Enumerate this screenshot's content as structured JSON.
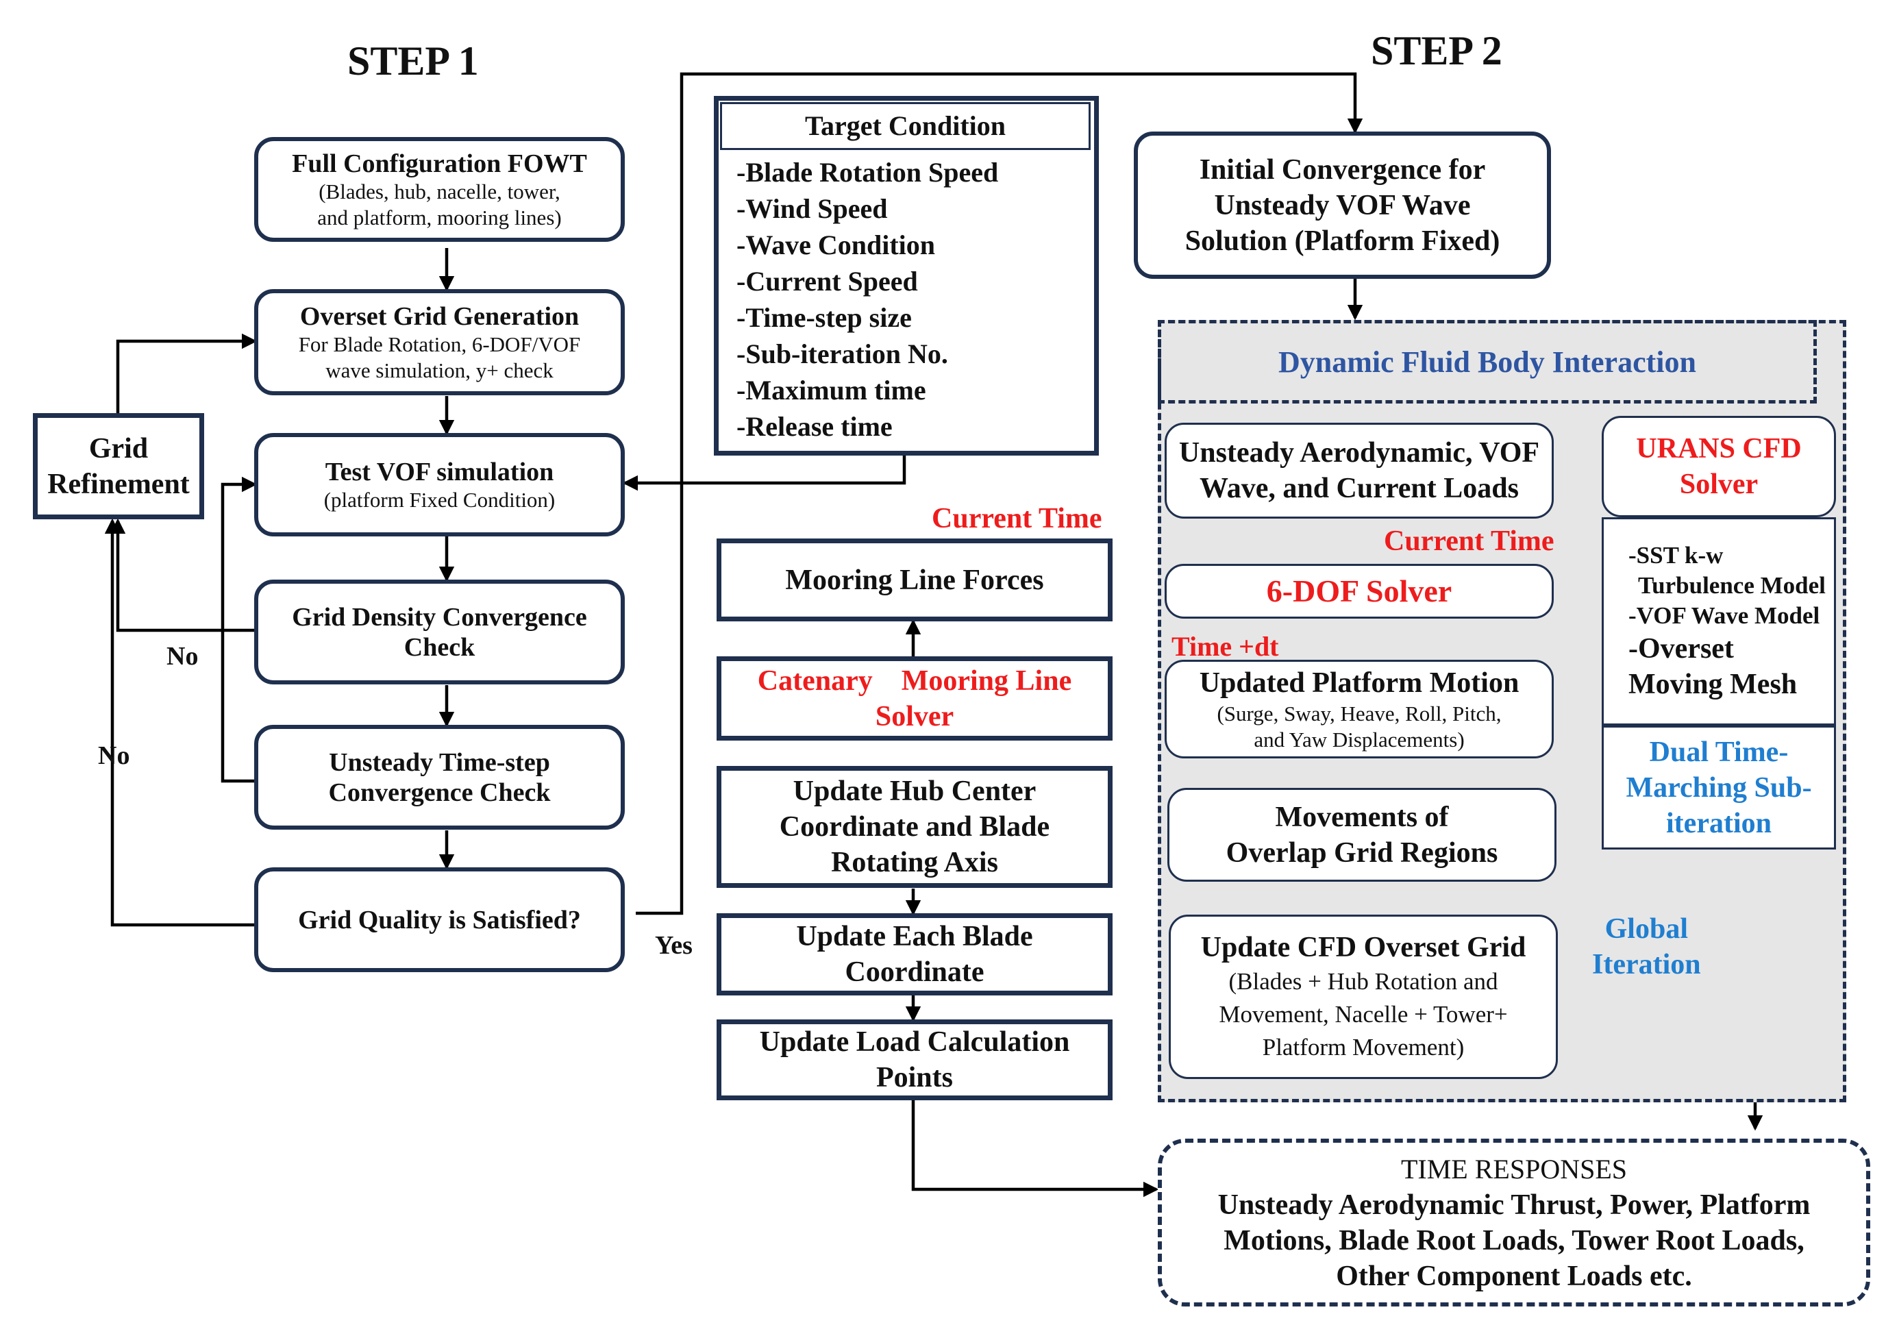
{
  "step1": {
    "title": "STEP 1"
  },
  "step2": {
    "title": "STEP 2"
  },
  "left": {
    "full_config": {
      "title": "Full Configuration FOWT",
      "desc": [
        "(Blades, hub, nacelle, tower,",
        "and platform, mooring lines)"
      ]
    },
    "overset": {
      "title": "Overset Grid Generation",
      "desc": [
        "For Blade  Rotation, 6-DOF/VOF",
        "wave simulation, y+ check"
      ]
    },
    "test_vof": {
      "title": "Test  VOF simulation",
      "desc": [
        "(platform Fixed Condition)"
      ]
    },
    "grid_density": {
      "title_lines": [
        "Grid Density Convergence",
        "Check"
      ]
    },
    "unsteady_ts": {
      "title_lines": [
        "Unsteady Time-step",
        "Convergence Check"
      ]
    },
    "grid_quality": {
      "title": "Grid  Quality is Satisfied?"
    },
    "grid_refinement": {
      "title_lines": [
        "Grid",
        "Refinement"
      ]
    },
    "labels": {
      "no1": "No",
      "no2": "No",
      "yes": "Yes"
    }
  },
  "target": {
    "title": "Target Condition",
    "items": [
      "-Blade Rotation Speed",
      "-Wind Speed",
      "-Wave Condition",
      "-Current Speed",
      "-Time-step size",
      "-Sub-iteration No.",
      "-Maximum time",
      "-Release time"
    ]
  },
  "middle": {
    "current_time": "Current Time",
    "mooring_forces": "Mooring Line Forces",
    "catenary": {
      "line1a": "Catenary",
      "line1b": "Mooring Line",
      "line2": "Solver"
    },
    "update_hub": {
      "lines": [
        "Update Hub Center",
        "Coordinate and Blade",
        "Rotating Axis"
      ]
    },
    "update_blade": {
      "lines": [
        "Update Each Blade",
        "Coordinate"
      ]
    },
    "update_load": {
      "lines": [
        "Update Load Calculation",
        "Points"
      ]
    }
  },
  "right": {
    "initial": {
      "lines": [
        "Initial Convergence for",
        "Unsteady VOF Wave",
        "Solution (Platform  Fixed)"
      ]
    },
    "dfbi": "Dynamic Fluid Body  Interaction",
    "unsteady_aero": {
      "lines": [
        "Unsteady Aerodynamic, VOF",
        "Wave, and Current Loads"
      ]
    },
    "urans": {
      "lines": [
        "URANS CFD",
        "Solver"
      ]
    },
    "current_time": "Current Time",
    "six_dof": "6-DOF Solver",
    "time_dt": "Time +dt",
    "solver_opts": {
      "sst": "-SST k-w",
      "turb": "Turbulence Model",
      "vof": "-VOF Wave Model",
      "overset": "-Overset",
      "moving": "Moving Mesh"
    },
    "updated_motion": {
      "title": "Updated Platform Motion",
      "desc": [
        "(Surge, Sway, Heave, Roll,  Pitch,",
        "and Yaw Displacements)"
      ]
    },
    "dual_time": {
      "lines": [
        "Dual Time-",
        "Marching Sub-",
        "iteration"
      ]
    },
    "movements": {
      "lines": [
        "Movements of",
        "Overlap Grid Regions"
      ]
    },
    "global_iter": {
      "lines": [
        "Global",
        "Iteration"
      ]
    },
    "update_cfd": {
      "title": "Update CFD Overset Grid",
      "desc": [
        "(Blades + Hub Rotation and",
        "Movement, Nacelle + Tower+",
        "Platform Movement)"
      ]
    }
  },
  "time_responses": {
    "title": "TIME RESPONSES",
    "lines": [
      "Unsteady Aerodynamic Thrust, Power, Platform",
      "Motions,  Blade  Root Loads, Tower Root Loads,",
      "Other Component Loads etc."
    ]
  },
  "colors": {
    "navy_border": "#1f2f4e",
    "red_text": "#ee1c1c",
    "blue_text": "#1f7ed0",
    "title_blue": "#2e55a2",
    "panel_gray": "#e6e6e6"
  }
}
